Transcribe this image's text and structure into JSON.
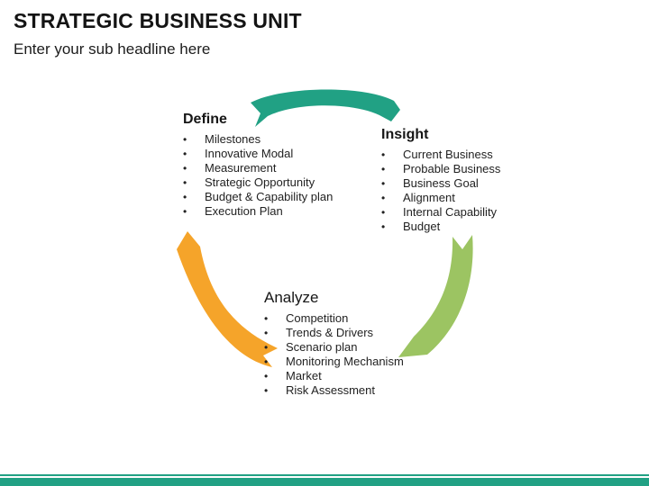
{
  "slide": {
    "title": "STRATEGIC BUSINESS UNIT",
    "subtitle": "Enter your sub headline here"
  },
  "colors": {
    "teal": "#21A184",
    "green": "#9CC462",
    "orange": "#F5A42A",
    "accent_line": "#21A184",
    "accent_bar": "#21A184",
    "text": "#1C1C1C"
  },
  "sections": {
    "define": {
      "label": "Define",
      "items": [
        "Milestones",
        "Innovative Modal",
        "Measurement",
        "Strategic Opportunity",
        "Budget & Capability plan",
        "Execution Plan"
      ]
    },
    "insight": {
      "label": "Insight",
      "items": [
        "Current Business",
        "Probable Business",
        "Business Goal",
        "Alignment",
        "Internal Capability",
        "Budget"
      ]
    },
    "analyze": {
      "label": "Analyze",
      "items": [
        "Competition",
        "Trends & Drivers",
        "Scenario plan",
        "Monitoring Mechanism",
        "Market",
        "Risk Assessment"
      ]
    }
  }
}
